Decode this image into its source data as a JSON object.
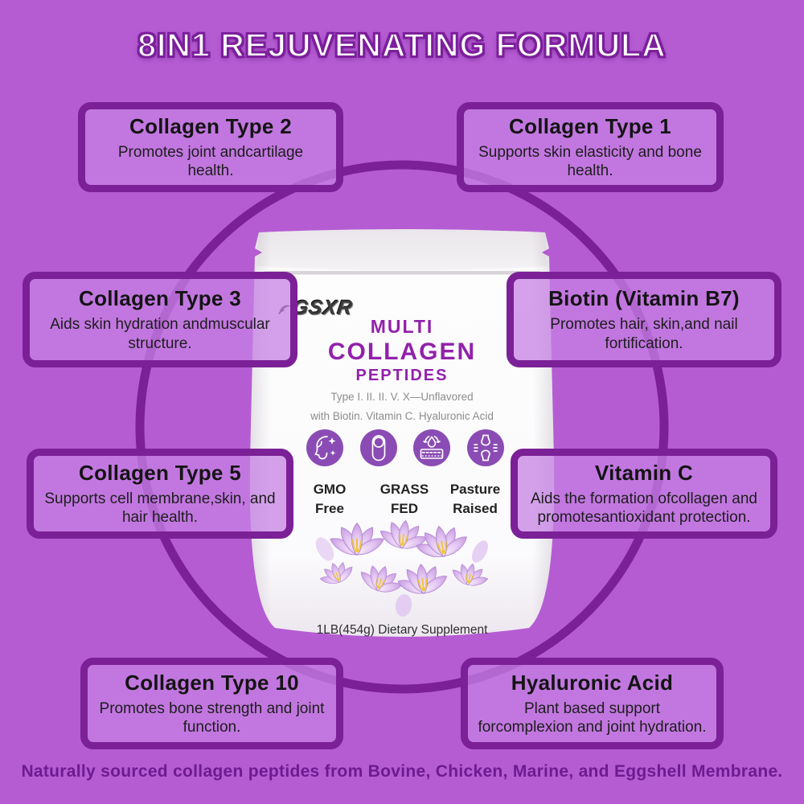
{
  "title": "8IN1 REJUVENATING FORMULA",
  "footer": "Naturally sourced collagen peptides from Bovine, Chicken, Marine, and Eggshell Membrane.",
  "boxes": [
    {
      "title": "Collagen Type 2",
      "desc": "Promotes joint andcartilage health."
    },
    {
      "title": "Collagen Type 1",
      "desc": "Supports skin elasticity and bone health."
    },
    {
      "title": "Collagen Type 3",
      "desc": "Aids skin hydration andmuscular structure."
    },
    {
      "title": "Biotin (Vitamin B7)",
      "desc": "Promotes hair, skin,and nail fortification."
    },
    {
      "title": "Collagen Type 5",
      "desc": "Supports cell membrane,skin, and hair health."
    },
    {
      "title": "Vitamin C",
      "desc": "Aids the formation ofcollagen and promotesantioxidant protection."
    },
    {
      "title": "Collagen Type 10",
      "desc": "Promotes bone strength and joint function."
    },
    {
      "title": "Hyaluronic Acid",
      "desc": "Plant based support forcomplexion and joint hydration."
    }
  ],
  "pouch": {
    "brand": "GSXR",
    "product_lines": [
      "MULTI",
      "COLLAGEN",
      "PEPTIDES"
    ],
    "type_line": "Type I. II. II. V. X—Unflavored",
    "with_line": "with Biotin. Vitamin C. Hyaluronic Acid",
    "badges": [
      {
        "line1": "GMO",
        "line2": "Free"
      },
      {
        "line1": "GRASS",
        "line2": "FED"
      },
      {
        "line1": "Pasture",
        "line2": "Raised"
      }
    ],
    "icons": [
      "face-beauty-icon",
      "fingernail-icon",
      "skin-hydration-icon",
      "joint-icon"
    ],
    "size_line": "1LB(454g) Dietary Supplement"
  },
  "colors": {
    "background": "#b55cd3",
    "ring_and_borders": "#7b2096",
    "box_fill": "rgba(199,128,228,0.74)",
    "title_fill": "#ffffff",
    "title_outline": "#7c1f9c",
    "footer_text": "#6d1b8f",
    "product_purple": "#9221aa",
    "icon_circle": "#8a4cb4"
  }
}
